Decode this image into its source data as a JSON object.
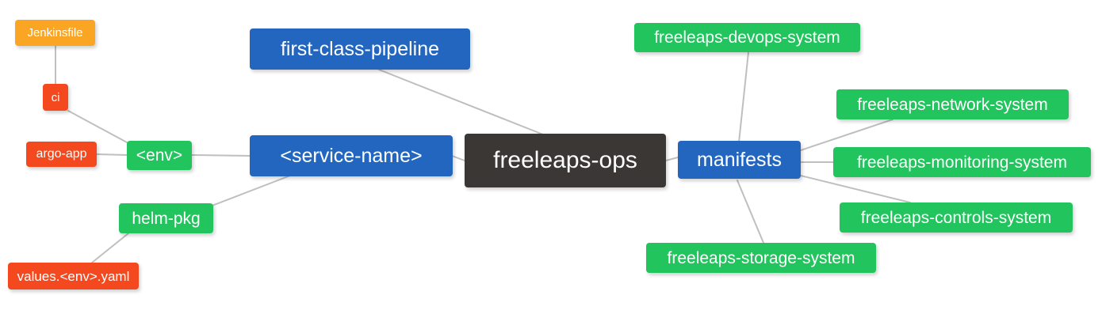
{
  "diagram": {
    "title": "freeleaps-ops mind map",
    "background": "#ffffff",
    "edge_color": "#bfbfbf",
    "palette": {
      "root": "#3b3735",
      "blue": "#2366bf",
      "green": "#21c45d",
      "orange": "#fba525",
      "red": "#f4481f",
      "text": "#ffffff"
    }
  },
  "nodes": {
    "root": {
      "label": "freeleaps-ops"
    },
    "service_name": {
      "label": "<service-name>"
    },
    "first_class_pipeline": {
      "label": "first-class-pipeline"
    },
    "manifests": {
      "label": "manifests"
    },
    "env": {
      "label": "<env>"
    },
    "ci": {
      "label": "ci"
    },
    "jenkinsfile": {
      "label": "Jenkinsfile"
    },
    "argo_app": {
      "label": "argo-app"
    },
    "helm_pkg": {
      "label": "helm-pkg"
    },
    "values_yaml": {
      "label": "values.<env>.yaml"
    },
    "devops_system": {
      "label": "freeleaps-devops-system"
    },
    "network_system": {
      "label": "freeleaps-network-system"
    },
    "monitoring_system": {
      "label": "freeleaps-monitoring-system"
    },
    "controls_system": {
      "label": "freeleaps-controls-system"
    },
    "storage_system": {
      "label": "freeleaps-storage-system"
    }
  },
  "edges": [
    {
      "from": "root",
      "to": "service_name"
    },
    {
      "from": "root",
      "to": "first_class_pipeline"
    },
    {
      "from": "root",
      "to": "manifests"
    },
    {
      "from": "service_name",
      "to": "env"
    },
    {
      "from": "service_name",
      "to": "helm_pkg"
    },
    {
      "from": "env",
      "to": "ci"
    },
    {
      "from": "env",
      "to": "argo_app"
    },
    {
      "from": "ci",
      "to": "jenkinsfile"
    },
    {
      "from": "helm_pkg",
      "to": "values_yaml"
    },
    {
      "from": "manifests",
      "to": "devops_system"
    },
    {
      "from": "manifests",
      "to": "network_system"
    },
    {
      "from": "manifests",
      "to": "monitoring_system"
    },
    {
      "from": "manifests",
      "to": "controls_system"
    },
    {
      "from": "manifests",
      "to": "storage_system"
    }
  ]
}
